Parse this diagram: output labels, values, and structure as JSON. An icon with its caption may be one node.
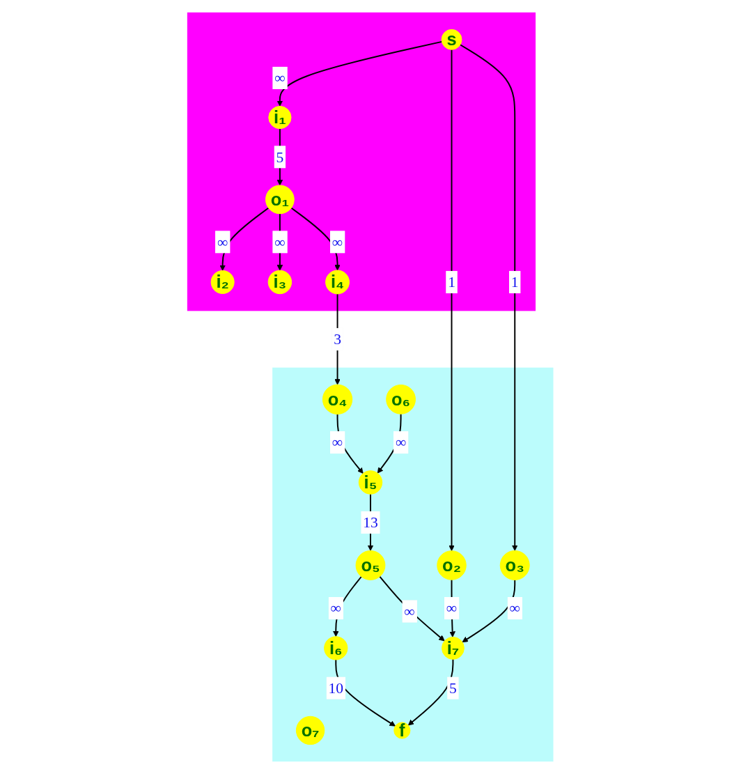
{
  "diagram": {
    "nodes": [
      {
        "text": [],
        "shape": "box"
      },
      {
        "text": [
          "s"
        ],
        "in": 0
      },
      {
        "text": [
          "i₁"
        ],
        "in": 0
      },
      {
        "text": [
          "o₁"
        ],
        "in": 0
      },
      {
        "text": [
          "i₂"
        ],
        "in": 0
      },
      {
        "text": [
          "i₃"
        ],
        "in": 0
      },
      {
        "text": [
          "i₄"
        ],
        "in": 0
      },
      {
        "text": [],
        "shape": "box"
      },
      {
        "text": [
          "o₂"
        ],
        "in": 7
      },
      {
        "text": [
          "o₃"
        ],
        "in": 7
      },
      {
        "text": [
          "o₄"
        ],
        "in": 7
      },
      {
        "text": [
          "i₅"
        ],
        "in": 7
      },
      {
        "text": [
          "o₅"
        ],
        "in": 7
      },
      {
        "text": [
          "i₆"
        ],
        "in": 7
      },
      {
        "text": [
          "o₆"
        ],
        "in": 7
      },
      {
        "text": [
          "i₇"
        ],
        "in": 7
      },
      {
        "text": [
          "o₇"
        ],
        "in": 7
      },
      {
        "text": [
          "f"
        ],
        "in": 7
      }
    ],
    "edges": [
      {
        "from": 1,
        "to": 2,
        "arrow": "to",
        "label": "∞"
      },
      {
        "from": 2,
        "to": 3,
        "arrow": "to",
        "label": "5"
      },
      {
        "from": 3,
        "to": 4,
        "arrow": "to",
        "label": "∞"
      },
      {
        "from": 3,
        "to": 5,
        "arrow": "to",
        "label": "∞"
      },
      {
        "from": 3,
        "to": 6,
        "arrow": "to",
        "label": "∞"
      },
      {
        "from": 1,
        "to": 8,
        "arrow": "to",
        "label": "1"
      },
      {
        "from": 1,
        "to": 9,
        "arrow": "to",
        "label": "1"
      },
      {
        "from": 6,
        "to": 10,
        "arrow": "to",
        "label": "3"
      },
      {
        "from": 10,
        "to": 11,
        "arrow": "to",
        "label": "∞"
      },
      {
        "from": 11,
        "to": 12,
        "arrow": "to",
        "label": "13"
      },
      {
        "from": 12,
        "to": 13,
        "arrow": "to",
        "label": "∞"
      },
      {
        "from": 12,
        "to": 15,
        "arrow": "to",
        "label": "∞"
      },
      {
        "from": 14,
        "to": 11,
        "arrow": "to",
        "label": "∞"
      },
      {
        "from": 8,
        "to": 15,
        "arrow": "to",
        "label": "∞"
      },
      {
        "from": 9,
        "to": 15,
        "arrow": "to",
        "label": "∞"
      },
      {
        "from": 13,
        "to": 17,
        "arrow": "to",
        "label": "10"
      },
      {
        "from": 15,
        "to": 17,
        "arrow": "to",
        "label": "5"
      }
    ]
  }
}
